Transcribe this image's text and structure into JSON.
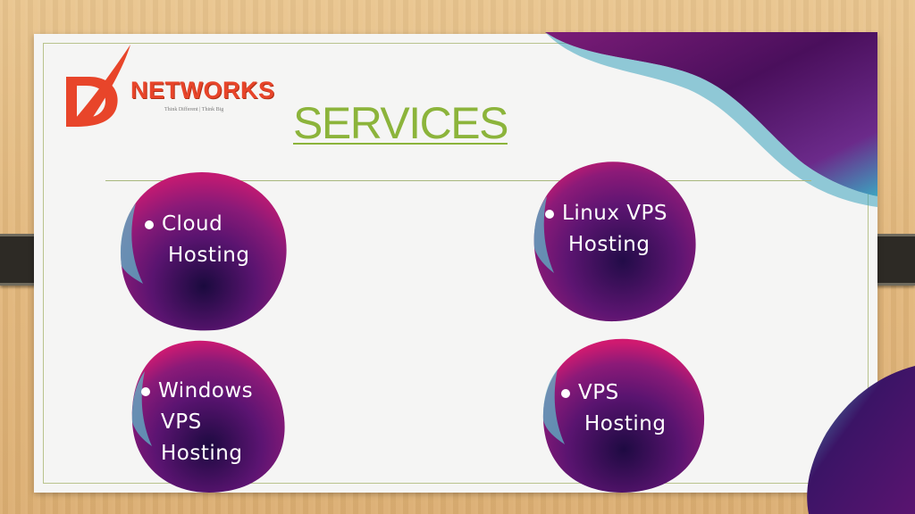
{
  "brand": {
    "name": "NETWORKS",
    "tagline": "Think Different | Think Big",
    "logo_mark": "D"
  },
  "slide": {
    "title": "SERVICES"
  },
  "services": [
    {
      "line1": "Cloud",
      "line2": "Hosting",
      "line3": ""
    },
    {
      "line1": "Linux VPS",
      "line2": "Hosting",
      "line3": ""
    },
    {
      "line1": "Windows",
      "line2": "VPS",
      "line3": "Hosting"
    },
    {
      "line1": "VPS",
      "line2": "Hosting",
      "line3": ""
    }
  ],
  "colors": {
    "title": "#8cb43b",
    "brand": "#e8452a",
    "blob_dark": "#3b0d5c",
    "blob_purple": "#6d1672",
    "blob_pink": "#d1186e",
    "blob_teal": "#5fb5c7"
  }
}
